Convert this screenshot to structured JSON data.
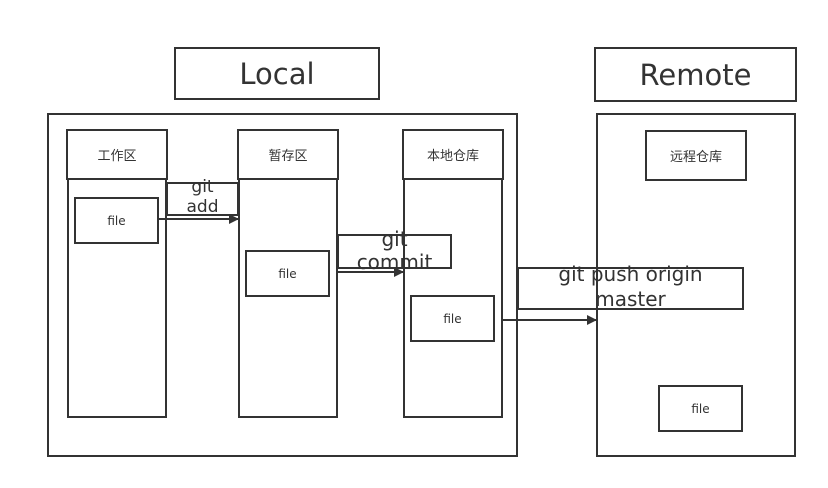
{
  "diagram": {
    "local_title": "Local",
    "remote_title": "Remote",
    "local": {
      "workspace": {
        "label": "工作区",
        "file": "file"
      },
      "staging": {
        "label": "暂存区",
        "file": "file"
      },
      "local_repo": {
        "label": "本地仓库",
        "file": "file"
      }
    },
    "remote": {
      "remote_repo": {
        "label": "远程仓库",
        "file": "file"
      }
    },
    "operations": {
      "git_add": [
        "git",
        "add"
      ],
      "git_commit": [
        "git",
        "commit"
      ],
      "git_push": [
        "git push origin",
        "master"
      ]
    }
  }
}
